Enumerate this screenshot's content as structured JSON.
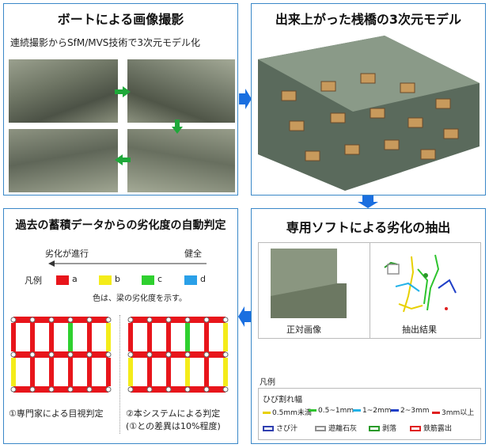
{
  "panels": {
    "p1": {
      "title": "ボートによる画像撮影",
      "subtitle": "連続撮影からSfM/MVS技術で3次元モデル化"
    },
    "p2": {
      "title": "出来上がった桟橋の3次元モデル"
    },
    "p3": {
      "title": "専用ソフトによる劣化の抽出",
      "img1_label": "正対画像",
      "img2_label": "抽出結果",
      "legend_title": "凡例",
      "crack_title": "ひび割れ幅",
      "crack_items": [
        {
          "label": "0.5mm未満",
          "color": "#e8d000"
        },
        {
          "label": "0.5~1mm",
          "color": "#2ec42e"
        },
        {
          "label": "1~2mm",
          "color": "#22b2e8"
        },
        {
          "label": "2~3mm",
          "color": "#2040c8"
        },
        {
          "label": "3mm以上",
          "color": "#e02020"
        }
      ],
      "box_items": [
        {
          "label": "さび汁",
          "color": "#3040b0"
        },
        {
          "label": "遊離石灰",
          "color": "#909090"
        },
        {
          "label": "剥落",
          "color": "#2a9a2a"
        },
        {
          "label": "鉄筋露出",
          "color": "#e02020"
        }
      ]
    },
    "p4": {
      "title": "過去の蓄積データからの劣化度の自動判定",
      "progress_left": "劣化が進行",
      "progress_right": "健全",
      "legend_label": "凡例",
      "grades": [
        {
          "label": "a",
          "color": "#e8151b"
        },
        {
          "label": "b",
          "color": "#f4ec1a"
        },
        {
          "label": "c",
          "color": "#2fd02f"
        },
        {
          "label": "d",
          "color": "#2aa0e8"
        }
      ],
      "note": "色は、梁の劣化度を示す。",
      "caption_left": "①専門家による目視判定",
      "caption_right_1": "②本システムによる判定",
      "caption_right_2": "(①との差異は10%程度)"
    }
  },
  "colors": {
    "panel_border": "#3a88c8",
    "flow_arrow": "#1a6fe0",
    "photo_arrow": "#1fa83a"
  }
}
